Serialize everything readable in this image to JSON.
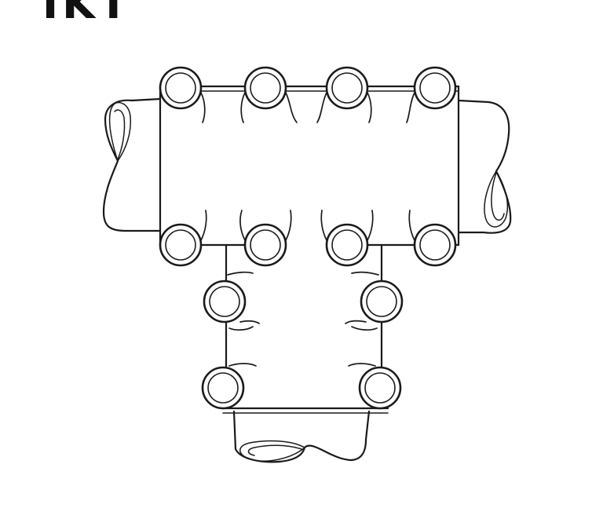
{
  "figure": {
    "label": "IKT"
  },
  "colors": {
    "ink": "#1a1a1a",
    "background": "#ffffff"
  },
  "diagram": {
    "top_row_rings": 4,
    "bottom_row_rings": 4,
    "stem_rings_per_side": 2,
    "twisted_loops": 3
  }
}
